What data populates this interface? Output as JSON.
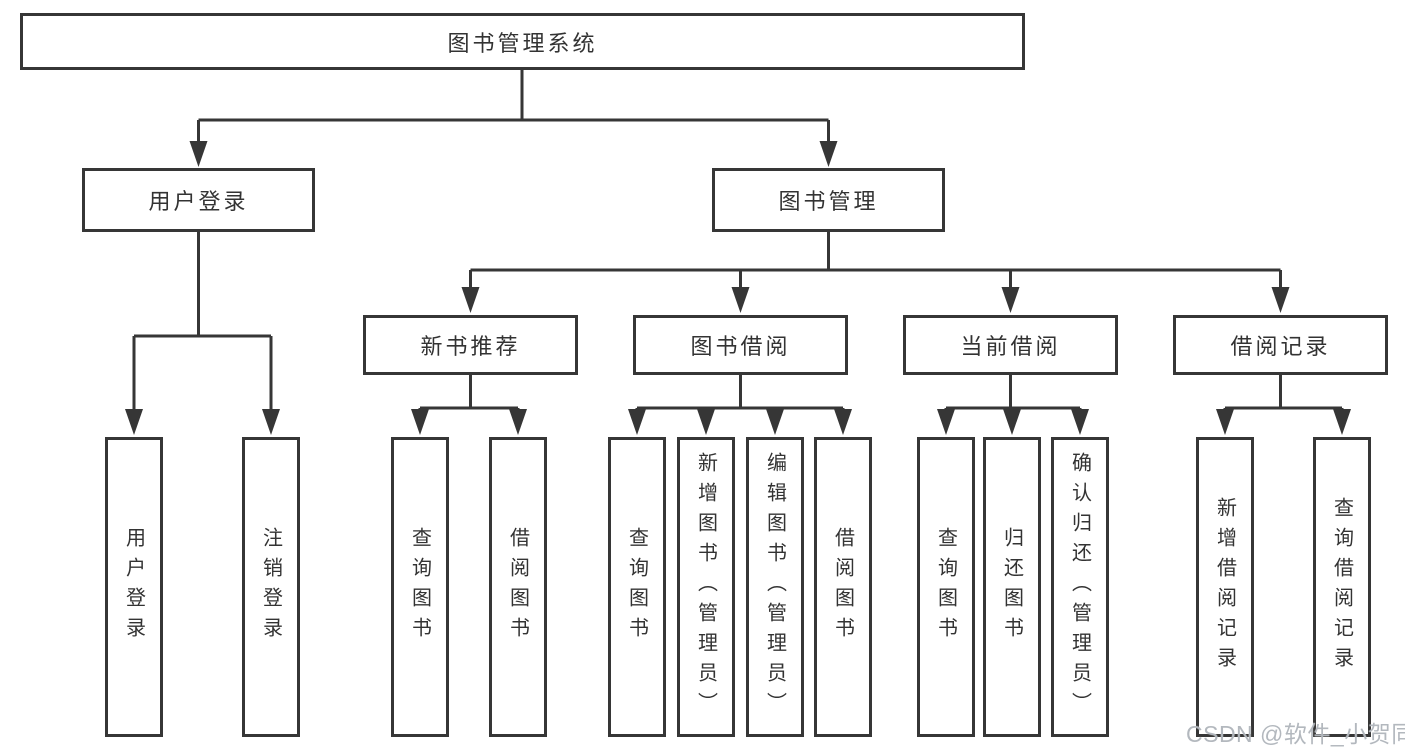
{
  "diagram": {
    "root": "图书管理系统",
    "level1": {
      "user_login": "用户登录",
      "book_management": "图书管理"
    },
    "level2": {
      "new_book_recommend": "新书推荐",
      "book_borrow": "图书借阅",
      "current_borrow": "当前借阅",
      "borrow_records": "借阅记录"
    },
    "leaves": {
      "user_login_action": "用户登录",
      "logout_action": "注销登录",
      "nb_query_books": "查询图书",
      "nb_borrow_books": "借阅图书",
      "bb_query_books": "查询图书",
      "bb_add_books_admin": "新增图书（管理员）",
      "bb_edit_books_admin": "编辑图书（管理员）",
      "bb_borrow_books": "借阅图书",
      "cb_query_books": "查询图书",
      "cb_return_books": "归还图书",
      "cb_confirm_return_admin": "确认归还（管理员）",
      "br_add_record": "新增借阅记录",
      "br_query_record": "查询借阅记录"
    }
  },
  "watermark": "CSDN @软件_小贺同学",
  "colors": {
    "line": "#363636",
    "text": "#333333",
    "watermark": "#acb2b8",
    "background": "#ffffff"
  }
}
